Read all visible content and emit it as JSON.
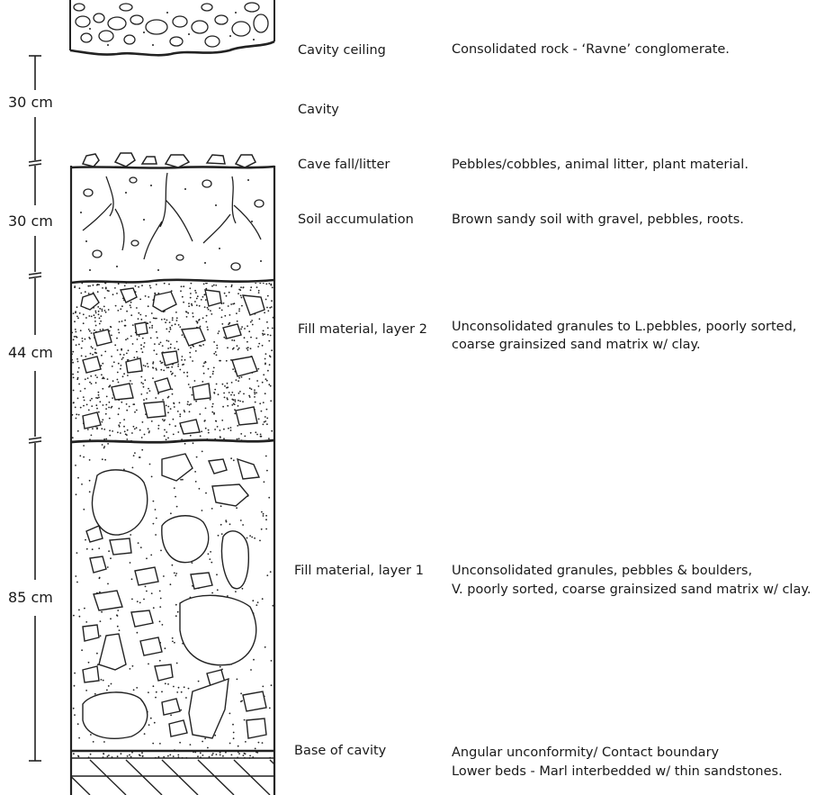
{
  "scale": [
    {
      "label": "30 cm"
    },
    {
      "label": "30 cm"
    },
    {
      "label": "44 cm"
    },
    {
      "label": "85 cm"
    }
  ],
  "units": [
    {
      "name": "Cavity ceiling",
      "description": [
        "Consolidated rock - ‘Ravne’ conglomerate."
      ]
    },
    {
      "name": "Cavity",
      "description": []
    },
    {
      "name": "Cave fall/litter",
      "description": [
        "Pebbles/cobbles, animal litter, plant material."
      ]
    },
    {
      "name": "Soil accumulation",
      "description": [
        "Brown sandy soil with gravel, pebbles, roots."
      ]
    },
    {
      "name": "Fill material, layer 2",
      "description": [
        "Unconsolidated granules to L.pebbles, poorly sorted,",
        "coarse grainsized sand matrix w/ clay."
      ]
    },
    {
      "name": "Fill material, layer 1",
      "description": [
        "Unconsolidated granules, pebbles & boulders,",
        "V. poorly sorted, coarse grainsized sand matrix w/ clay."
      ]
    },
    {
      "name": "Base of cavity",
      "description": [
        "Angular unconformity/ Contact boundary",
        "Lower beds - Marl interbedded w/ thin sandstones."
      ]
    }
  ]
}
